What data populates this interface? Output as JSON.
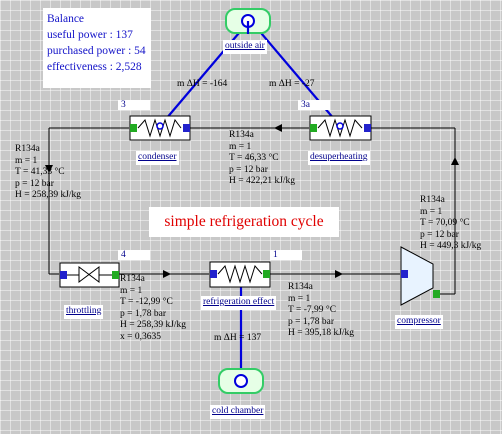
{
  "balance": {
    "title": "Balance",
    "useful_power": "useful power : 137",
    "purchased_power": "purchased power : 54",
    "effectiveness": "effectiveness : 2,528"
  },
  "diagram_title": "simple refrigeration cycle",
  "components": {
    "outside_air": "outside air",
    "condenser": "condenser",
    "desuperheating": "desuperheating",
    "throttling": "throttling",
    "refrigeration_effect": "refrigeration effect",
    "compressor": "compressor",
    "cold_chamber": "cold chamber"
  },
  "point_numbers": {
    "p1": "1",
    "p3": "3",
    "p3a": "3a",
    "p4": "4"
  },
  "heat_flows": {
    "condenser": "m ΔH = -164",
    "desuperheating": "m ΔH = -27",
    "evaporator": "m ΔH = 137"
  },
  "states": {
    "after_condenser": [
      "R134a",
      "m = 1",
      "T = 41,33 °C",
      "p = 12 bar",
      "H = 258,39 kJ/kg"
    ],
    "after_desuperheating": [
      "R134a",
      "m = 1",
      "T = 46,33 °C",
      "p = 12 bar",
      "H = 422,21 kJ/kg"
    ],
    "after_compressor": [
      "R134a",
      "m = 1",
      "T = 70,09 °C",
      "p = 12 bar",
      "H = 449,3 kJ/kg"
    ],
    "after_throttling": [
      "R134a",
      "m = 1",
      "T = -12,99 °C",
      "p = 1,78 bar",
      "H = 258,39 kJ/kg",
      "x = 0,3635"
    ],
    "after_evaporator": [
      "R134a",
      "m = 1",
      "T = -7,99 °C",
      "p = 1,78 bar",
      "H = 395,18 kJ/kg"
    ]
  },
  "colors": {
    "flow_line": "#000000",
    "heat_line": "#0000dd",
    "title_text": "#e00000",
    "balance_text": "#1414c8",
    "inlet_port": "#2222cc",
    "outlet_port": "#22aa22",
    "external_source": "#33cc66"
  }
}
